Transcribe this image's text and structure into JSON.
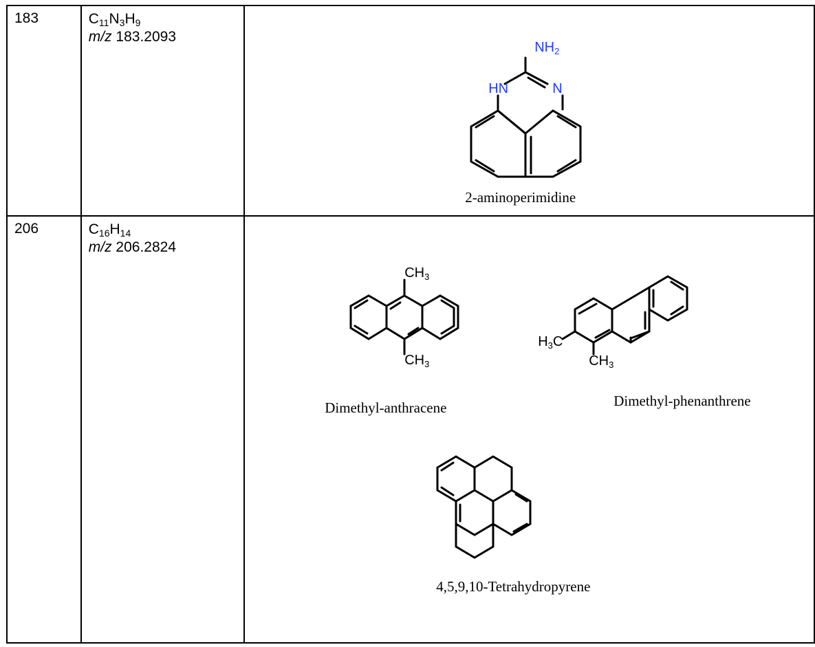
{
  "rows": [
    {
      "mass": "183",
      "formula": {
        "parts": [
          [
            "C",
            "11"
          ],
          [
            "N",
            "3"
          ],
          [
            "H",
            "9"
          ]
        ]
      },
      "mz_prefix": "m/z",
      "mz_value": "183.2093",
      "structures": [
        {
          "name": "2-aminoperimidine",
          "atoms": {
            "nh2": [
              "NH",
              "2"
            ],
            "hn": "HN",
            "n": "N"
          }
        }
      ]
    },
    {
      "mass": "206",
      "formula": {
        "parts": [
          [
            "C",
            "16"
          ],
          [
            "H",
            "14"
          ]
        ]
      },
      "mz_prefix": "m/z",
      "mz_value": "206.2824",
      "structures": [
        {
          "name": "Dimethyl-anthracene",
          "atoms": {
            "top": [
              "CH",
              "3"
            ],
            "bottom": [
              "CH",
              "3"
            ]
          }
        },
        {
          "name": "Dimethyl-phenanthrene",
          "atoms": {
            "left": [
              "H",
              "3",
              "C"
            ],
            "bottom": [
              "CH",
              "3"
            ]
          }
        },
        {
          "name": "4,5,9,10-Tetrahydropyrene"
        }
      ]
    }
  ],
  "colors": {
    "heteroatom": "#1f3cff",
    "border": "#000000"
  }
}
